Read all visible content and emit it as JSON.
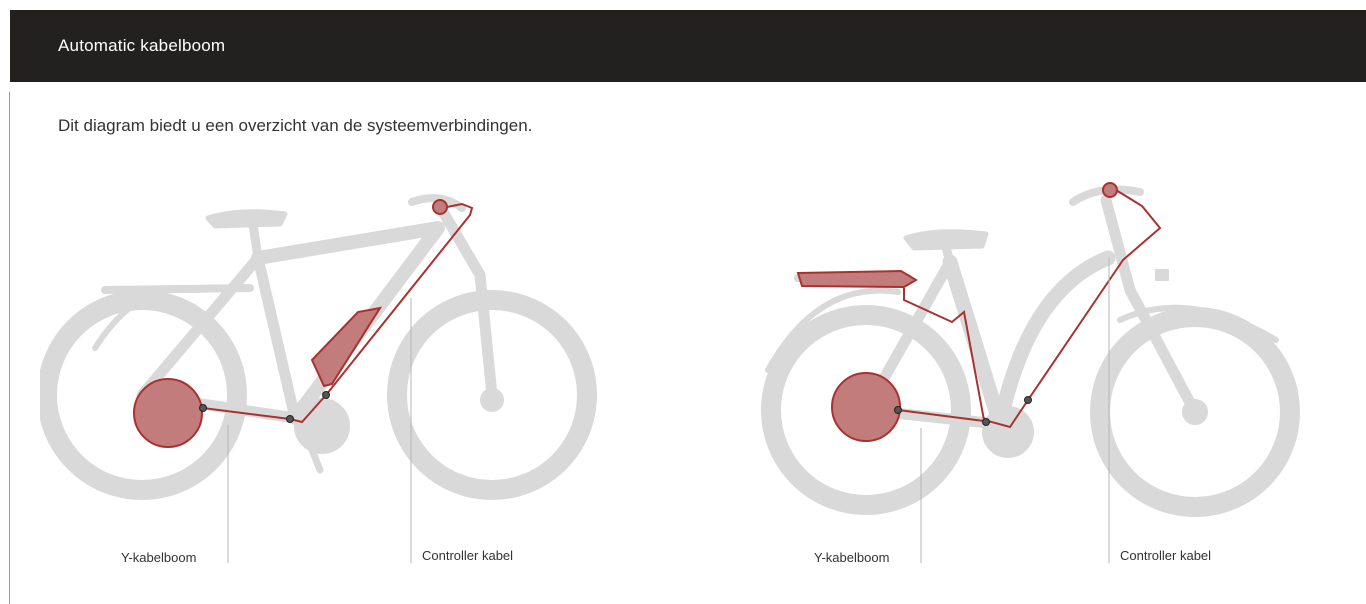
{
  "header": {
    "title": "Automatic kabelboom"
  },
  "intro": "Dit diagram biedt u een overzicht van de systeemverbindingen.",
  "diagrams": [
    {
      "callouts": {
        "y_harness": "Y-kabelboom",
        "controller_cable": "Controller kabel"
      }
    },
    {
      "callouts": {
        "y_harness": "Y-kabelboom",
        "controller_cable": "Controller kabel"
      }
    }
  ],
  "colors": {
    "header_bg": "#222120",
    "bike_gray": "#d9d9d9",
    "highlight_fill": "#c27c7b",
    "cable": "#a8322f"
  }
}
